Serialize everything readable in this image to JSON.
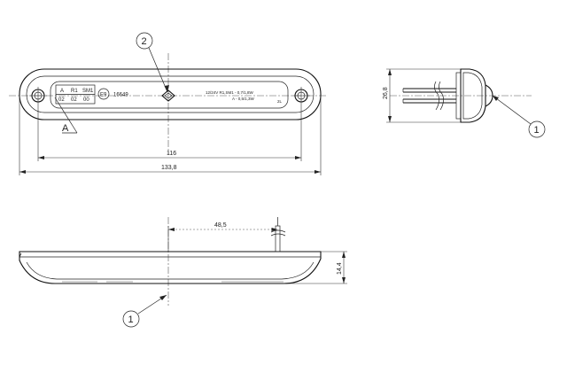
{
  "dimensions": {
    "inner_length": "116",
    "overall_length": "133,8",
    "height": "26,8",
    "offset": "48,5",
    "depth": "14,4"
  },
  "callouts": {
    "c1_top": "1",
    "c2": "2",
    "c1_bottom": "1",
    "letter_a": "A"
  },
  "markings": {
    "row1": [
      "A",
      "R1",
      "SM1"
    ],
    "row2": [
      "02",
      "02",
      "00"
    ],
    "e_mark": "E9",
    "approval_number": "16649",
    "spec_line1": "12/24V   R1,SM1 - 0,7/1,8W",
    "spec_line2": "A - 0,5/1,3W",
    "side_code": "2L"
  }
}
